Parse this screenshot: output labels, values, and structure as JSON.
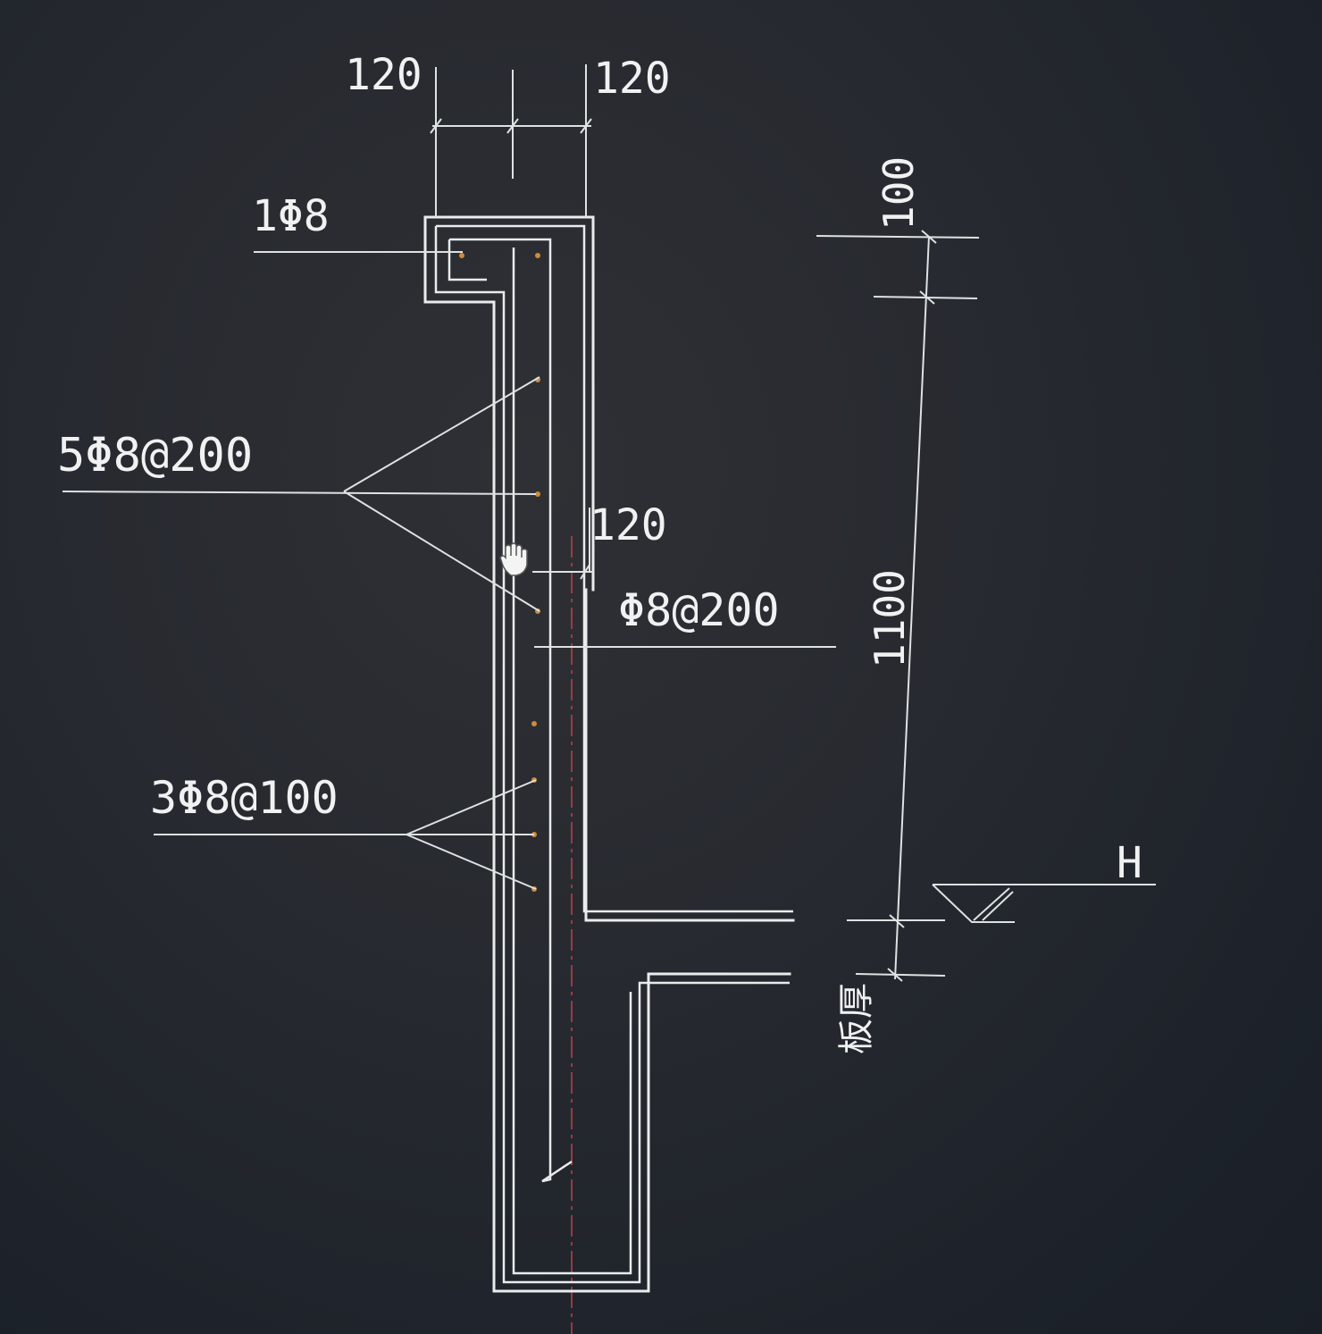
{
  "dimensions": {
    "top_left_width": "120",
    "top_right_width": "120",
    "mid_width": "120",
    "top_cover": "100",
    "height": "1100"
  },
  "rebar_labels": {
    "corner_bar": "1Φ8",
    "top_bars": "5Φ8@200",
    "distribution_bars": "Φ8@200",
    "bottom_bars": "3Φ8@100"
  },
  "level_mark": "H",
  "slab_label": "板厚",
  "colors": {
    "background": "#22262c",
    "line": "#e8ecec",
    "axis": "#c0404a",
    "rebar_dot": "#d08a3a"
  }
}
